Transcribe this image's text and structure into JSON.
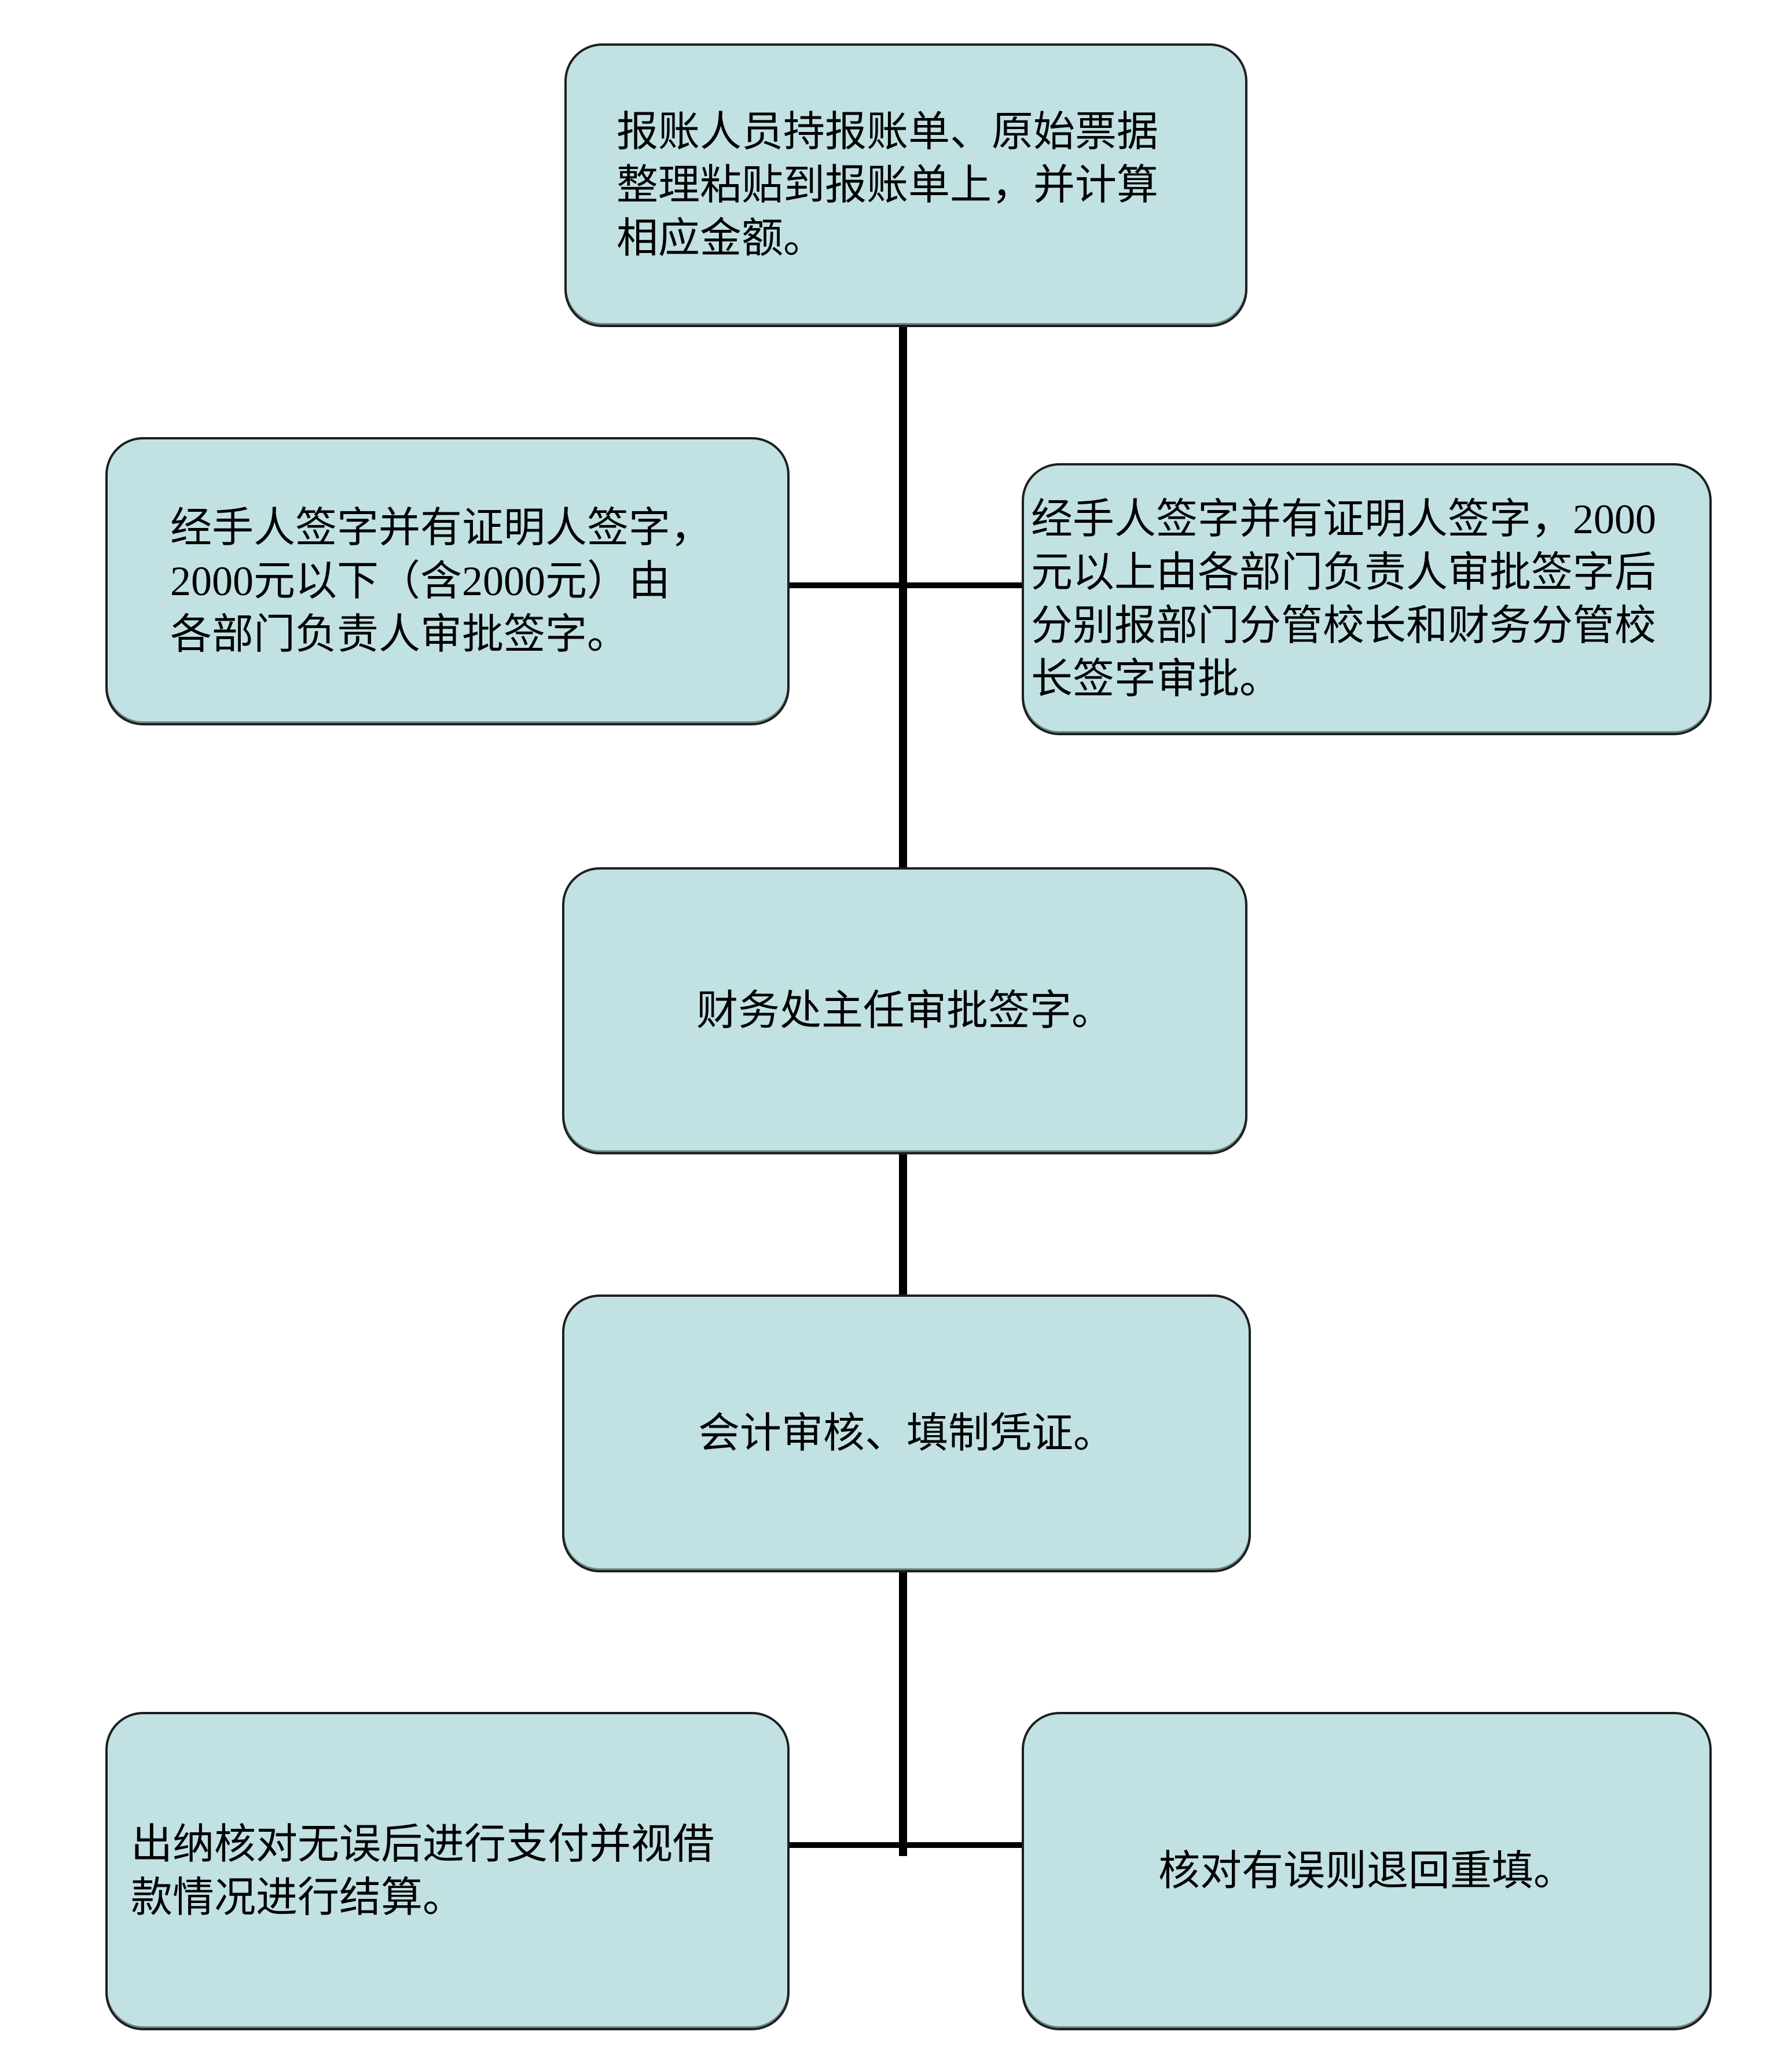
{
  "theme": {
    "background": "#ffffff",
    "node_fill": "#c2e1e3",
    "node_border": "#1d1f1f",
    "connector": "#000000",
    "text": "#000000"
  },
  "nodes": [
    {
      "name": "paste-receipts",
      "lines": [
        "报账人员持报账单、原始票据",
        "整理粘贴到报账单上，并计算",
        "相应金额。"
      ]
    },
    {
      "name": "approve-under-2000",
      "lines": [
        "经手人签字并有证明人签字，",
        "2000元以下（含2000元）由",
        "各部门负责人审批签字。"
      ]
    },
    {
      "name": "approve-over-2000",
      "lines": [
        "经手人签字并有证明人签字，2000",
        "元以上由各部门负责人审批签字后",
        "分别报部门分管校长和财务分管校",
        "长签字审批。"
      ]
    },
    {
      "name": "finance-office-director-approval",
      "lines": [
        "财务处主任审批签字。"
      ]
    },
    {
      "name": "accountant-review-voucher",
      "lines": [
        "会计审核、填制凭证。"
      ]
    },
    {
      "name": "cashier-pay-and-settle",
      "lines": [
        "出纳核对无误后进行支付并视借",
        "款情况进行结算。"
      ]
    },
    {
      "name": "error-return-refill",
      "lines": [
        "核对有误则退回重填。"
      ]
    }
  ]
}
